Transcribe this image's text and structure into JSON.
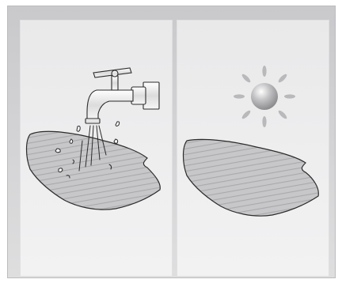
{
  "scene": {
    "panels": [
      {
        "id": "wash",
        "action": "rinse-under-tap"
      },
      {
        "id": "dry",
        "action": "dry-in-sun"
      }
    ]
  },
  "colors": {
    "frame": "#cfcfd2",
    "panel_bg": "#ededee",
    "mop_fill": "#c7c7c9",
    "mop_stripe": "#b0b0b3",
    "outline": "#2b2b2b",
    "sun_ray": "#b9b9bb"
  },
  "icons": [
    "faucet-icon",
    "water-drops-icon",
    "sun-icon",
    "mop-pad-icon"
  ]
}
